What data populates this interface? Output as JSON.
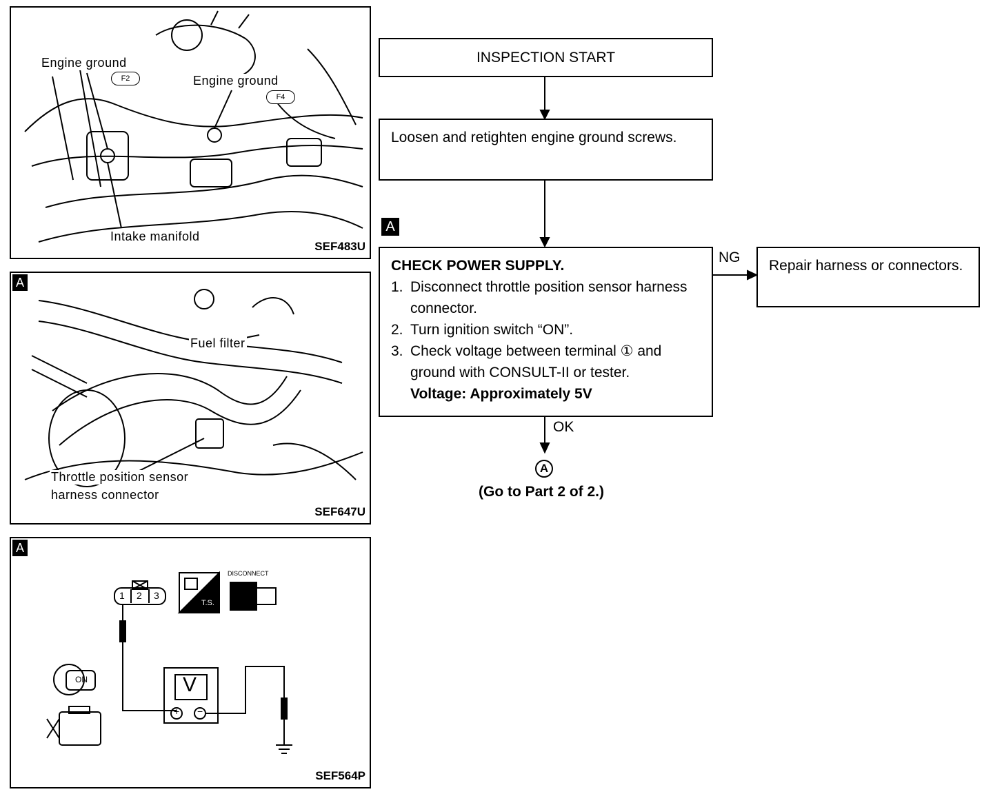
{
  "figure1": {
    "labels": [
      "Engine ground",
      "Engine ground",
      "Intake manifold"
    ],
    "connectors": [
      "F2",
      "F4"
    ],
    "code": "SEF483U"
  },
  "figure2": {
    "tag": "A",
    "labels": [
      "Fuel filter",
      "Throttle position sensor",
      "harness connector"
    ],
    "code": "SEF647U"
  },
  "figure3": {
    "tag": "A",
    "terminals": [
      "1",
      "2",
      "3"
    ],
    "ts_label": "T.S.",
    "disconnect_label": "DISCONNECT",
    "switch_label": "ON",
    "meter_label": "V",
    "code": "SEF564P"
  },
  "flow": {
    "start": "INSPECTION START",
    "step1": "Loosen and retighten engine ground screws.",
    "tag": "A",
    "check_title": "CHECK POWER SUPPLY.",
    "steps": [
      {
        "n": "1.",
        "text": "Disconnect throttle position sensor harness connector."
      },
      {
        "n": "2.",
        "text": "Turn ignition switch “ON”."
      },
      {
        "n": "3.",
        "text": "Check voltage between terminal ① and ground with CONSULT-II or tester."
      }
    ],
    "spec": "Voltage: Approximately 5V",
    "ng": "NG",
    "ok": "OK",
    "ng_action": "Repair harness or connectors.",
    "next_marker": "A",
    "next_text": "(Go to Part 2 of 2.)"
  }
}
